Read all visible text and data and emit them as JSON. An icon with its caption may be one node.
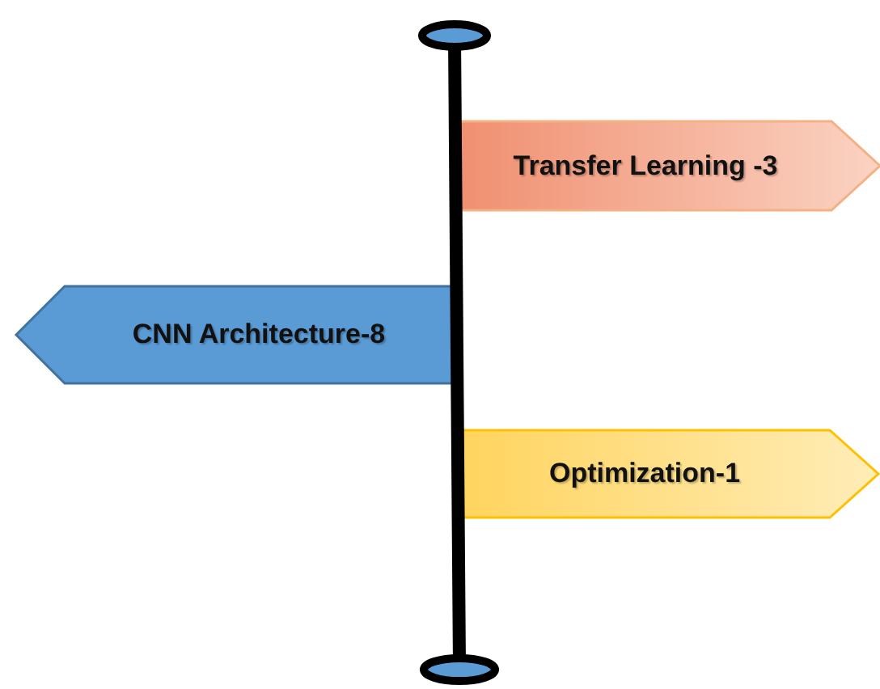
{
  "diagram": {
    "nodes": [
      {
        "text": [
          "Transfer Learning -3"
        ]
      },
      {
        "text": [
          "CNN Architecture-8"
        ]
      },
      {
        "text": [
          "Optimization-1"
        ]
      }
    ]
  }
}
